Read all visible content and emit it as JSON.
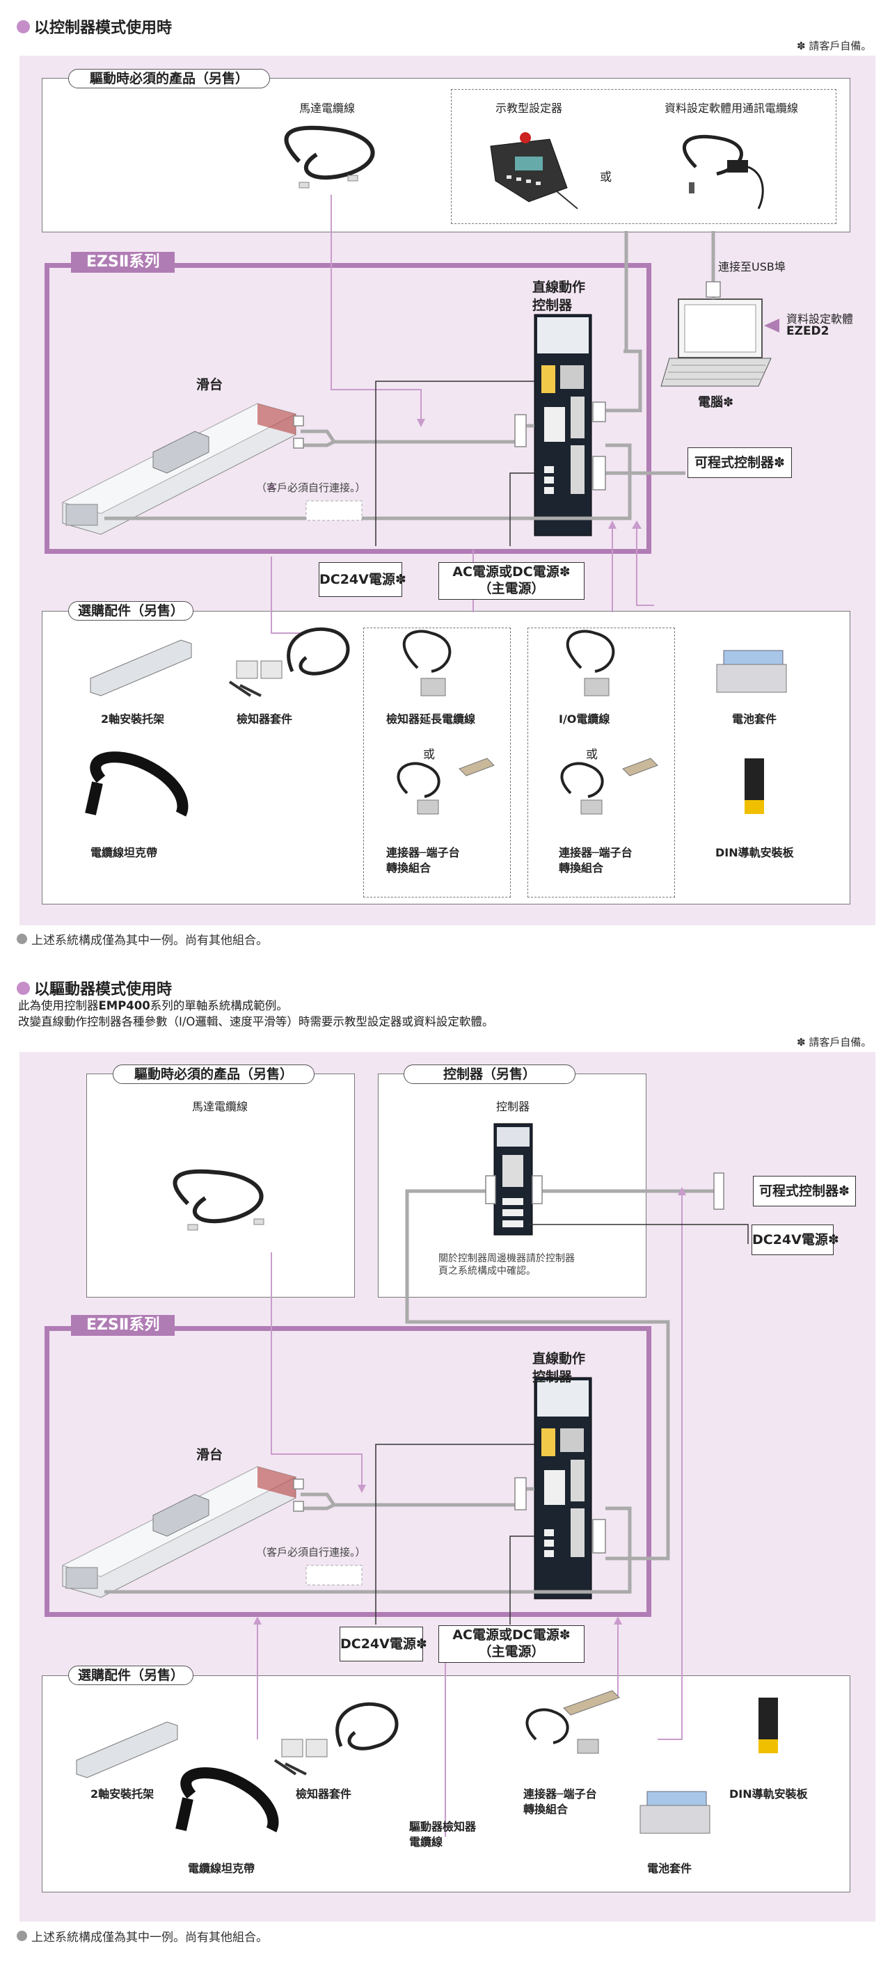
{
  "colors": {
    "panel": "#f2e6f2",
    "accent": "#b07cb4",
    "dot": "#c58ec9",
    "line_gray": "#aaaaaa",
    "line_pink": "#c99bcc"
  },
  "s1": {
    "title": "以控制器模式使用時",
    "note": "✽ 請客戶自備。",
    "required": "驅動時必須的產品（另售）",
    "motor_cable": "馬達電纜線",
    "teach": "示教型設定器",
    "comm_cable": "資料設定軟體用通訊電纜線",
    "or": "或",
    "usb": "連接至USB埠",
    "series": "EZSⅡ系列",
    "ctrl_l1": "直線動作",
    "ctrl_l2": "控制器",
    "software_l1": "資料設定軟體",
    "software_l2": "EZED2",
    "pc": "電腦✽",
    "slide": "滑台",
    "customer_conn": "（客戶必須自行連接。）",
    "plc": "可程式控制器✽",
    "dc24": "DC24V電源✽",
    "ac_l1": "AC電源或DC電源✽",
    "ac_l2": "（主電源）",
    "optional": "選購配件（另售）",
    "bracket": "2軸安裝托架",
    "sensor": "檢知器套件",
    "sensor_ext": "檢知器延長電纜線",
    "io_cable": "I/O電纜線",
    "battery": "電池套件",
    "chain": "電纜線坦克帶",
    "or2": "或",
    "or3": "或",
    "conv_a_l1": "連接器─端子台",
    "conv_a_l2": "轉換組合",
    "conv_b_l1": "連接器─端子台",
    "conv_b_l2": "轉換組合",
    "din": "DIN導軌安裝板",
    "footer": "上述系統構成僅為其中一例。尚有其他組合。"
  },
  "s2": {
    "title": "以驅動器模式使用時",
    "desc1_a": "此為使用控制器",
    "desc1_b": "EMP400",
    "desc1_c": "系列的單軸系統構成範例。",
    "desc2": "改變直線動作控制器各種參數（I/O邏輯、速度平滑等）時需要示教型設定器或資料設定軟體。",
    "note": "✽ 請客戶自備。",
    "required": "驅動時必須的產品（另售）",
    "motor_cable": "馬達電纜線",
    "controller_sold": "控制器（另售）",
    "controller": "控制器",
    "ctrl_note1": "關於控制器周邊機器請於控制器",
    "ctrl_note2": "頁之系統構成中確認。",
    "plc": "可程式控制器✽",
    "dc24_r": "DC24V電源✽",
    "series": "EZSⅡ系列",
    "ctrl_l1": "直線動作",
    "ctrl_l2": "控制器",
    "slide": "滑台",
    "customer_conn": "（客戶必須自行連接。）",
    "dc24": "DC24V電源✽",
    "ac_l1": "AC電源或DC電源✽",
    "ac_l2": "（主電源）",
    "optional": "選購配件（另售）",
    "bracket": "2軸安裝托架",
    "sensor": "檢知器套件",
    "conv_l1": "連接器─端子台",
    "conv_l2": "轉換組合",
    "din": "DIN導軌安裝板",
    "chain": "電纜線坦克帶",
    "drv_sensor_l1": "驅動器檢知器",
    "drv_sensor_l2": "電纜線",
    "battery": "電池套件",
    "footer": "上述系統構成僅為其中一例。尚有其他組合。"
  }
}
